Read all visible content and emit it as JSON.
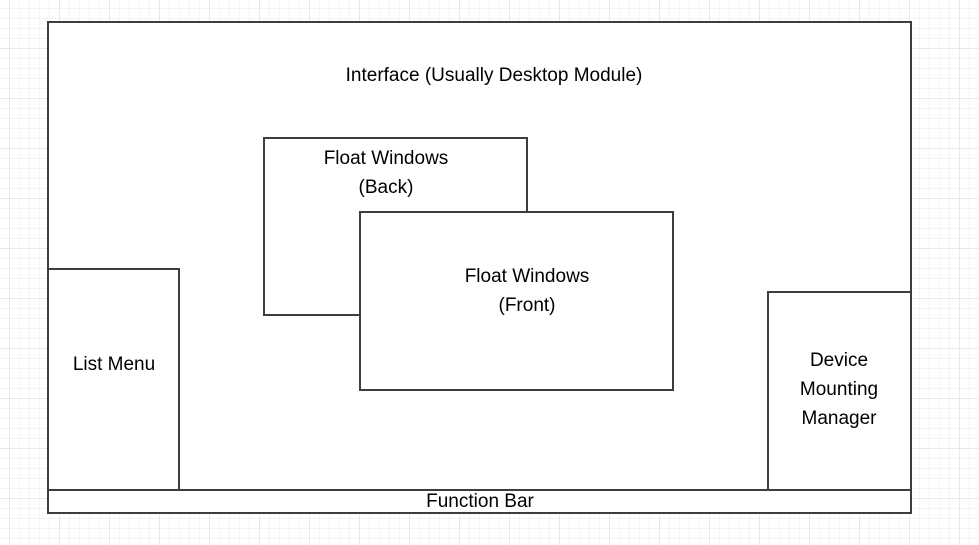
{
  "canvas": {
    "background": "#ffffff",
    "grid_minor_color": "#f4f4f4",
    "grid_major_color": "#e9e9e9"
  },
  "style": {
    "shape_fill": "#ffffff",
    "shape_stroke": "#3d3d3d",
    "text_color": "#000000"
  },
  "diagram": {
    "interface": {
      "label": "Interface (Usually Desktop Module)"
    },
    "float_back": {
      "lines": [
        "Float Windows",
        "(Back)"
      ]
    },
    "float_front": {
      "lines": [
        "Float Windows",
        "(Front)"
      ]
    },
    "list_menu": {
      "label": "List Menu"
    },
    "device_mounting_manager": {
      "lines": [
        "Device",
        "Mounting",
        "Manager"
      ]
    },
    "function_bar": {
      "label": "Function Bar"
    }
  }
}
